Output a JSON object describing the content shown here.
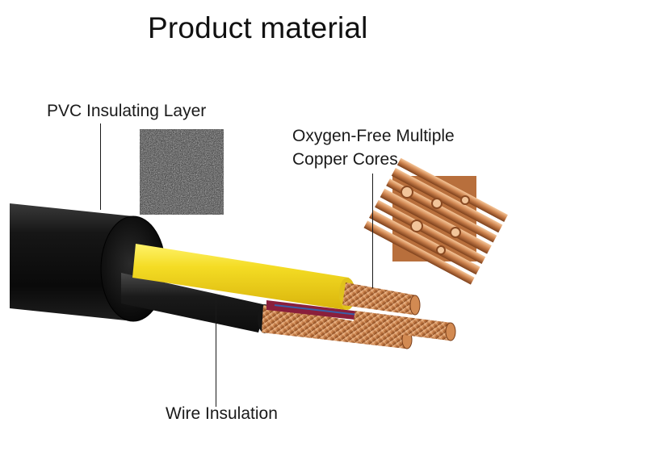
{
  "title": "Product material",
  "labels": {
    "pvc_layer": "PVC Insulating Layer",
    "copper_line1": "Oxygen-Free Multiple",
    "copper_line2": "Copper Cores",
    "wire_insulation": "Wire Insulation"
  },
  "colors": {
    "cable_jacket": "#111111",
    "yellow_insulation": "#f2d722",
    "black_insulation": "#1c1c1c",
    "copper": "#c9814b",
    "text": "#1a1a1a"
  }
}
